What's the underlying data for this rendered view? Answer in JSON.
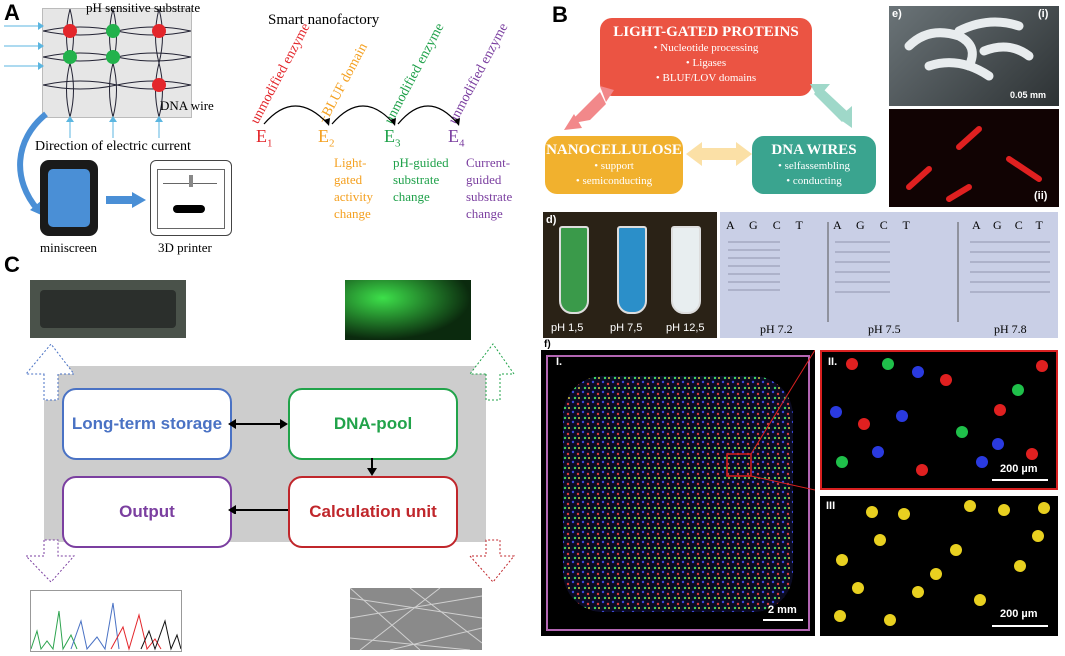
{
  "panel_a": {
    "letter": "A",
    "substrate_label": "pH sensitive substrate",
    "wire_label": "DNA wire",
    "current_label": "Direction of electric current",
    "miniscreen_label": "miniscreen",
    "printer_label": "3D printer",
    "factory_title": "Smart nanofactory",
    "enzymes": [
      {
        "label": "E",
        "sub": "1",
        "top": "unmodified enzyme",
        "color": "#e3262b",
        "desc": ""
      },
      {
        "label": "E",
        "sub": "2",
        "top": "+BLUF domain",
        "color": "#f4a020",
        "desc": "Light-gated activity change"
      },
      {
        "label": "E",
        "sub": "3",
        "top": "unmodified enzyme",
        "color": "#1fa14a",
        "desc": "pH-guided substrate change"
      },
      {
        "label": "E",
        "sub": "4",
        "top": "unmodified enzyme",
        "color": "#7b3fa0",
        "desc": "Current-guided substrate change"
      }
    ]
  },
  "panel_b": {
    "letter": "B",
    "proteins": {
      "title": "LIGHT-GATED PROTEINS",
      "items": [
        "• Nucleotide processing",
        "• Ligases",
        "• BLUF/LOV domains"
      ],
      "color": "#eb5443"
    },
    "nanocellulose": {
      "title": "NANOCELLULOSE",
      "items": [
        "• support",
        "• semiconducting"
      ],
      "color": "#f1b12e"
    },
    "dna_wires": {
      "title": "DNA WIRES",
      "items": [
        "• selfassembling",
        "• conducting"
      ],
      "color": "#3aa48f"
    },
    "e_label": "e)",
    "e_i": "(i)",
    "e_ii": "(ii)",
    "scale_e": "0.05 mm",
    "d_label": "d)",
    "tubes": [
      {
        "ph": "pH 1,5",
        "color": "#3a9a4a"
      },
      {
        "ph": "pH 7,5",
        "color": "#2b8fc9"
      },
      {
        "ph": "pH 12,5",
        "color": "#e8eef0"
      }
    ],
    "gel_lanes": [
      "A",
      "G",
      "C",
      "T"
    ],
    "gel_ph": [
      "pH 7.2",
      "pH 7.5",
      "pH 7.8"
    ],
    "f_label": "f)",
    "f_i": "I.",
    "f_ii": "II.",
    "f_iii": "III",
    "scale_f1": "2 mm",
    "scale_f2": "200 µm",
    "scale_f3": "200 µm"
  },
  "panel_c": {
    "letter": "C",
    "storage": {
      "label": "Long-term storage",
      "color": "#4a72c4"
    },
    "pool": {
      "label": "DNA-pool",
      "color": "#21a34a"
    },
    "output": {
      "label": "Output",
      "color": "#7b3fa0"
    },
    "calc": {
      "label": "Calculation unit",
      "color": "#c0262b"
    }
  }
}
